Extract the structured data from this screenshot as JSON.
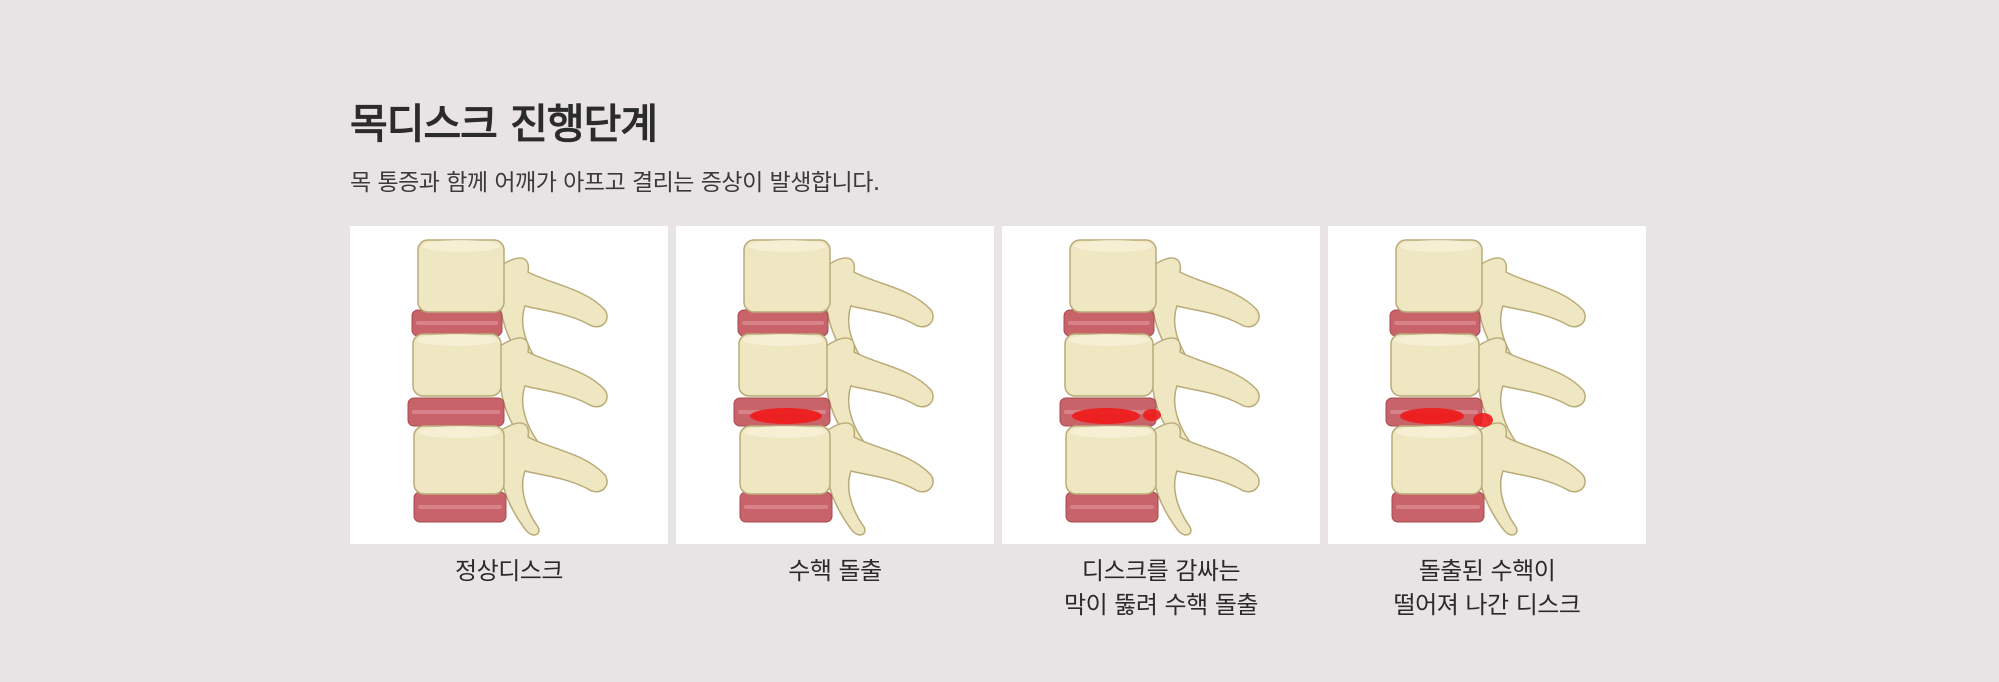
{
  "header": {
    "title": "목디스크 진행단계",
    "subtitle": "목 통증과 함께 어깨가 아프고 결리는 증상이 발생합니다."
  },
  "stages": [
    {
      "caption_lines": [
        "정상디스크"
      ],
      "icon": "spine-normal-illustration"
    },
    {
      "caption_lines": [
        "수핵 돌출"
      ],
      "icon": "spine-nucleus-protrusion-illustration"
    },
    {
      "caption_lines": [
        "디스크를 감싸는",
        "막이 뚫려 수핵 돌출"
      ],
      "icon": "spine-annulus-rupture-illustration"
    },
    {
      "caption_lines": [
        "돌출된 수핵이",
        "떨어져 나간 디스크"
      ],
      "icon": "spine-sequestered-disc-illustration"
    }
  ],
  "colors": {
    "background": "#e8e4e5",
    "bone": "#efe6c2",
    "bone_outline": "#b9ab78",
    "disc": "#c9636a",
    "herniation": "#ee1c1c"
  }
}
